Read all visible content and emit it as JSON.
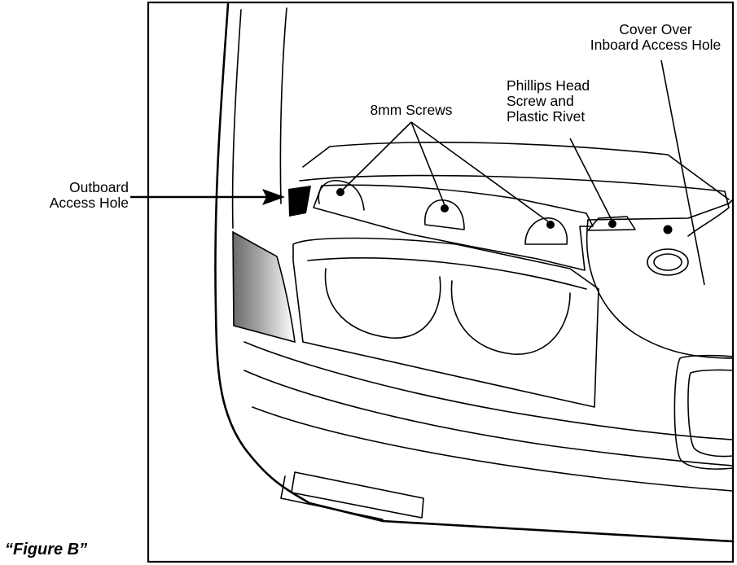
{
  "figure": {
    "caption": "“Figure B”",
    "labels": {
      "outboard_access_hole": [
        "Outboard",
        "Access Hole"
      ],
      "eight_mm_screws": [
        "8mm Screws"
      ],
      "phillips_head_screw": [
        "Phillips Head",
        "Screw and",
        "Plastic Rivet"
      ],
      "cover_inboard_access_hole": [
        "Cover Over",
        "Inboard Access Hole"
      ]
    }
  }
}
